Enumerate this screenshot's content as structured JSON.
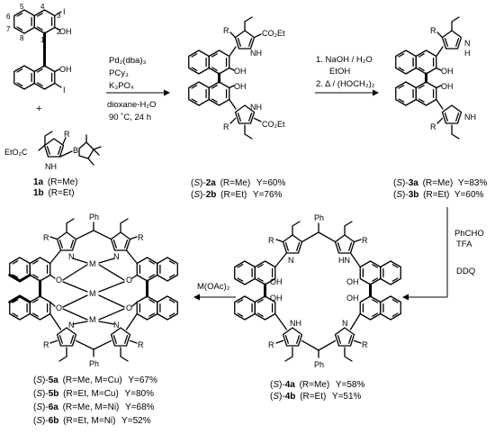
{
  "atoms": {
    "iodo": "I",
    "hydroxyl": "OH",
    "oxygen": "O",
    "metal": "M",
    "amine": "NH",
    "ring_nitrogen": "N",
    "hn": "HN",
    "nitrogen_h": "H",
    "boron": "B",
    "ester": "CO₂Et",
    "ester_left": "EtO₂C",
    "substituent": "R",
    "phenyl": "Ph",
    "locants": [
      "1",
      "2",
      "3",
      "4",
      "5",
      "6",
      "7",
      "8"
    ]
  },
  "plus_sign": "+",
  "conditions": {
    "coupling": {
      "catalyst": "Pd₂(dba)₃",
      "ligand": "PCy₃",
      "base": "K₃PO₄",
      "solvent": "dioxane-H₂O",
      "temperature": "90 ˚C, 24 h"
    },
    "hydrolysis": {
      "step1": "1. NaOH / H₂O",
      "step1_solvent": "EtOH",
      "step2": "2. Δ / (HOCH₂)₂"
    },
    "condensation": {
      "aldehyde": "PhCHO",
      "acid": "TFA"
    },
    "oxidation": {
      "oxidant": "DDQ"
    },
    "metalation": {
      "reagent": "M(OAc)₂"
    }
  },
  "compounds": {
    "starting_pyrrole": [
      {
        "label": "1a",
        "note": "(R=Me)"
      },
      {
        "label": "1b",
        "note": "(R=Et)"
      }
    ],
    "diesters": [
      {
        "stereo": "S",
        "label": "2a",
        "note": "(R=Me)",
        "yield": "Y=60%"
      },
      {
        "stereo": "S",
        "label": "2b",
        "note": "(R=Et)",
        "yield": "Y=76%"
      }
    ],
    "diacids": [
      {
        "stereo": "S",
        "label": "3a",
        "note": "(R=Me)",
        "yield": "Y=83%"
      },
      {
        "stereo": "S",
        "label": "3b",
        "note": "(R=Et)",
        "yield": "Y=60%"
      }
    ],
    "macrocycles": [
      {
        "stereo": "S",
        "label": "4a",
        "note": "(R=Me)",
        "yield": "Y=58%"
      },
      {
        "stereo": "S",
        "label": "4b",
        "note": "(R=Et)",
        "yield": "Y=51%"
      }
    ],
    "complexes": [
      {
        "stereo": "S",
        "label": "5a",
        "note": "(R=Me, M=Cu)",
        "yield": "Y=67%"
      },
      {
        "stereo": "S",
        "label": "5b",
        "note": "(R=Et, M=Cu)",
        "yield": "Y=80%"
      },
      {
        "stereo": "S",
        "label": "6a",
        "note": "(R=Me, M=Ni)",
        "yield": "Y=68%"
      },
      {
        "stereo": "S",
        "label": "6b",
        "note": "(R=Et, M=Ni)",
        "yield": "Y=52%"
      }
    ]
  }
}
